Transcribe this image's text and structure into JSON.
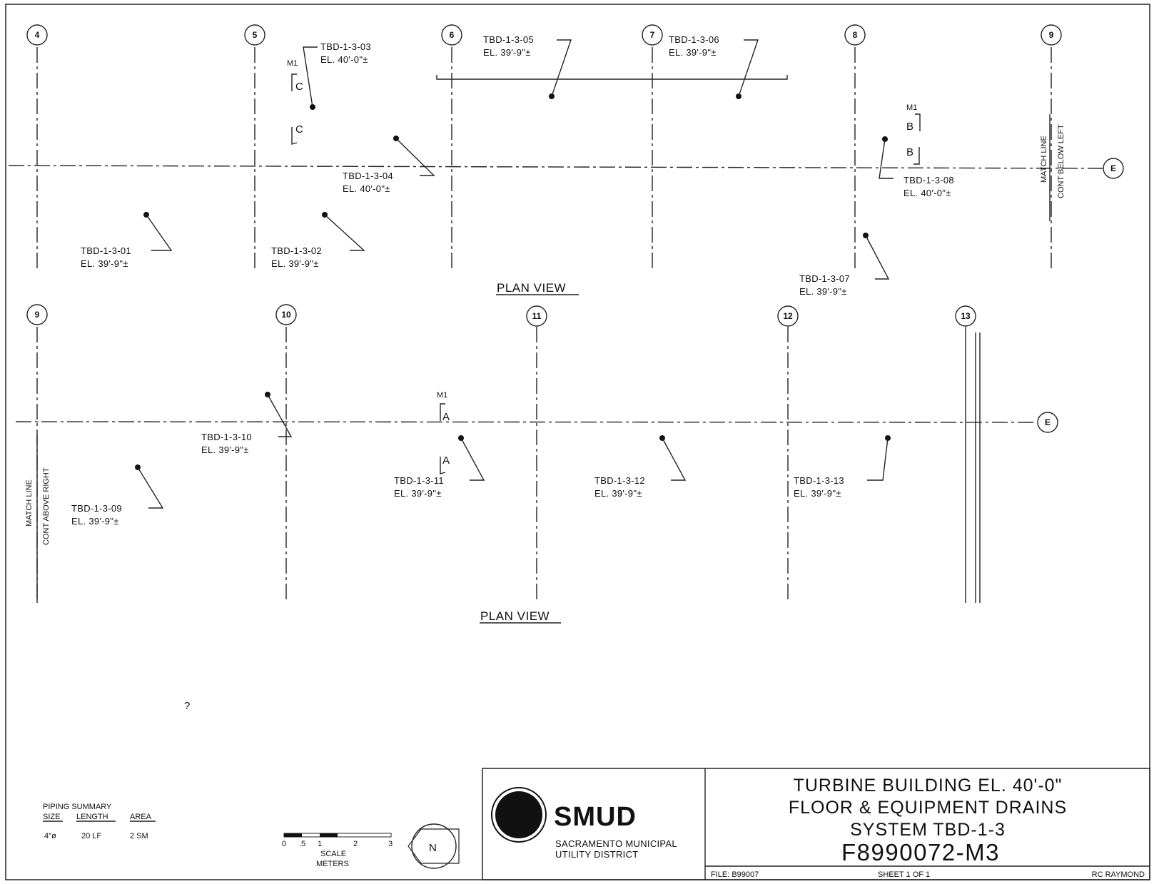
{
  "plan_view_top": {
    "title": "PLAN VIEW",
    "grid_columns": [
      "4",
      "5",
      "6",
      "7",
      "8",
      "9"
    ],
    "row_label": "E",
    "match_line_text": "MATCH LINE",
    "match_line_sub": "CONT BELOW LEFT",
    "section_markers": [
      {
        "sheet": "M1",
        "letter": "C"
      },
      {
        "letter": "C"
      },
      {
        "sheet": "M1",
        "letter": "B"
      },
      {
        "letter": "B"
      }
    ],
    "drains": [
      {
        "tag": "TBD-1-3-01",
        "elev": "EL. 39'-9\"±"
      },
      {
        "tag": "TBD-1-3-02",
        "elev": "EL. 39'-9\"±"
      },
      {
        "tag": "TBD-1-3-03",
        "elev": "EL. 40'-0\"±"
      },
      {
        "tag": "TBD-1-3-04",
        "elev": "EL. 40'-0\"±"
      },
      {
        "tag": "TBD-1-3-05",
        "elev": "EL. 39'-9\"±"
      },
      {
        "tag": "TBD-1-3-06",
        "elev": "EL. 39'-9\"±"
      },
      {
        "tag": "TBD-1-3-07",
        "elev": "EL. 39'-9\"±"
      },
      {
        "tag": "TBD-1-3-08",
        "elev": "EL. 40'-0\"±"
      }
    ]
  },
  "plan_view_bottom": {
    "title": "PLAN VIEW",
    "grid_columns": [
      "9",
      "10",
      "11",
      "12",
      "13"
    ],
    "row_label": "E",
    "match_line_text": "MATCH LINE",
    "match_line_sub": "CONT ABOVE RIGHT",
    "section_markers": [
      {
        "sheet": "M1",
        "letter": "A"
      },
      {
        "letter": "A"
      }
    ],
    "drains": [
      {
        "tag": "TBD-1-3-09",
        "elev": "EL. 39'-9\"±"
      },
      {
        "tag": "TBD-1-3-10",
        "elev": "EL. 39'-9\"±"
      },
      {
        "tag": "TBD-1-3-11",
        "elev": "EL. 39'-9\"±"
      },
      {
        "tag": "TBD-1-3-12",
        "elev": "EL. 39'-9\"±"
      },
      {
        "tag": "TBD-1-3-13",
        "elev": "EL. 39'-9\"±"
      }
    ]
  },
  "piping_summary": {
    "title": "PIPING SUMMARY",
    "headers": [
      "SIZE",
      "LENGTH",
      "AREA"
    ],
    "row": [
      "4\"ø",
      "20 LF",
      "2 SM"
    ]
  },
  "scale": {
    "ticks": [
      "0",
      ".5",
      "1",
      "2",
      "3"
    ],
    "label": "SCALE",
    "units": "METERS"
  },
  "north_arrow": {
    "letter": "N"
  },
  "margin_note": "?",
  "title_block": {
    "logo_text": "SMUD",
    "org_line1": "SACRAMENTO MUNICIPAL",
    "org_line2": "UTILITY DISTRICT",
    "title_line1": "TURBINE BUILDING EL. 40'-0\"",
    "title_line2": "FLOOR & EQUIPMENT DRAINS",
    "title_line3": "SYSTEM TBD-1-3",
    "drawing_number": "F8990072-M3",
    "file": "FILE: B99007",
    "sheet": "SHEET 1 OF 1",
    "drawn_by": "RC RAYMOND"
  }
}
